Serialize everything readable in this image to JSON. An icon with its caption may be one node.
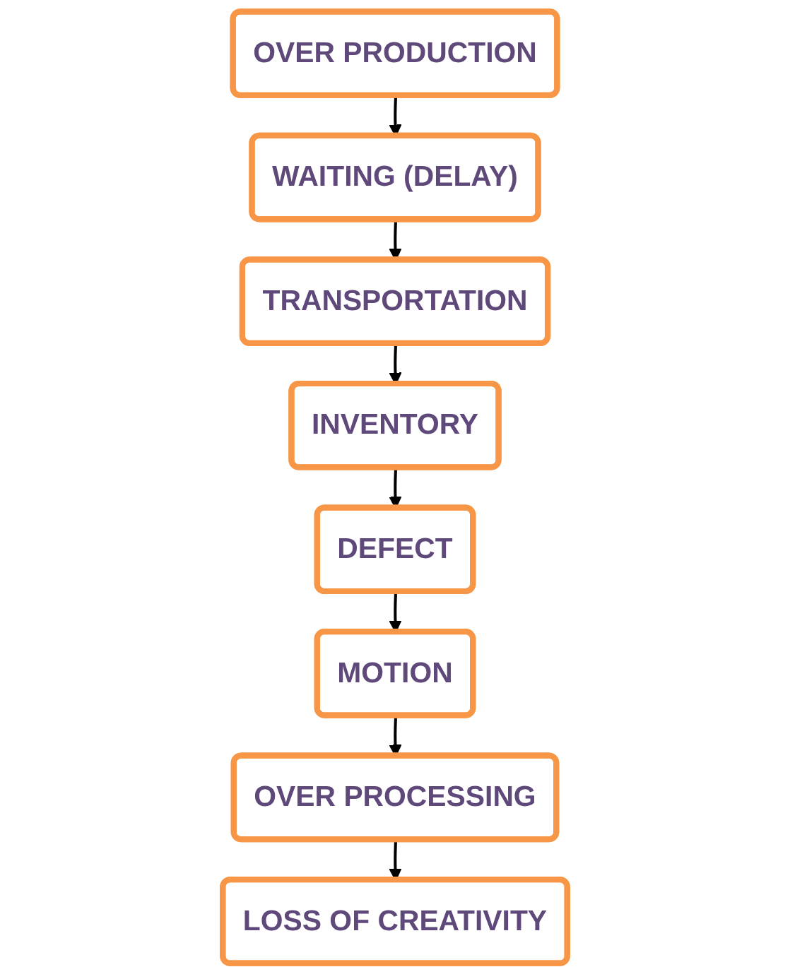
{
  "diagram": {
    "nodes": [
      {
        "text": [
          "OVER PRODUCTION"
        ]
      },
      {
        "text": [
          "WAITING (DELAY)"
        ]
      },
      {
        "text": [
          "TRANSPORTATION"
        ]
      },
      {
        "text": [
          "INVENTORY"
        ]
      },
      {
        "text": [
          "DEFECT"
        ]
      },
      {
        "text": [
          "MOTION"
        ]
      },
      {
        "text": [
          "OVER PROCESSING"
        ]
      },
      {
        "text": [
          "LOSS OF CREATIVITY"
        ]
      }
    ],
    "edges": [
      {
        "from": 0,
        "to": 1,
        "arrow": "to"
      },
      {
        "from": 1,
        "to": 2,
        "arrow": "to"
      },
      {
        "from": 2,
        "to": 3,
        "arrow": "to"
      },
      {
        "from": 3,
        "to": 4,
        "arrow": "to"
      },
      {
        "from": 4,
        "to": 5,
        "arrow": "to"
      },
      {
        "from": 5,
        "to": 6,
        "arrow": "to"
      },
      {
        "from": 6,
        "to": 7,
        "arrow": "to"
      }
    ]
  }
}
